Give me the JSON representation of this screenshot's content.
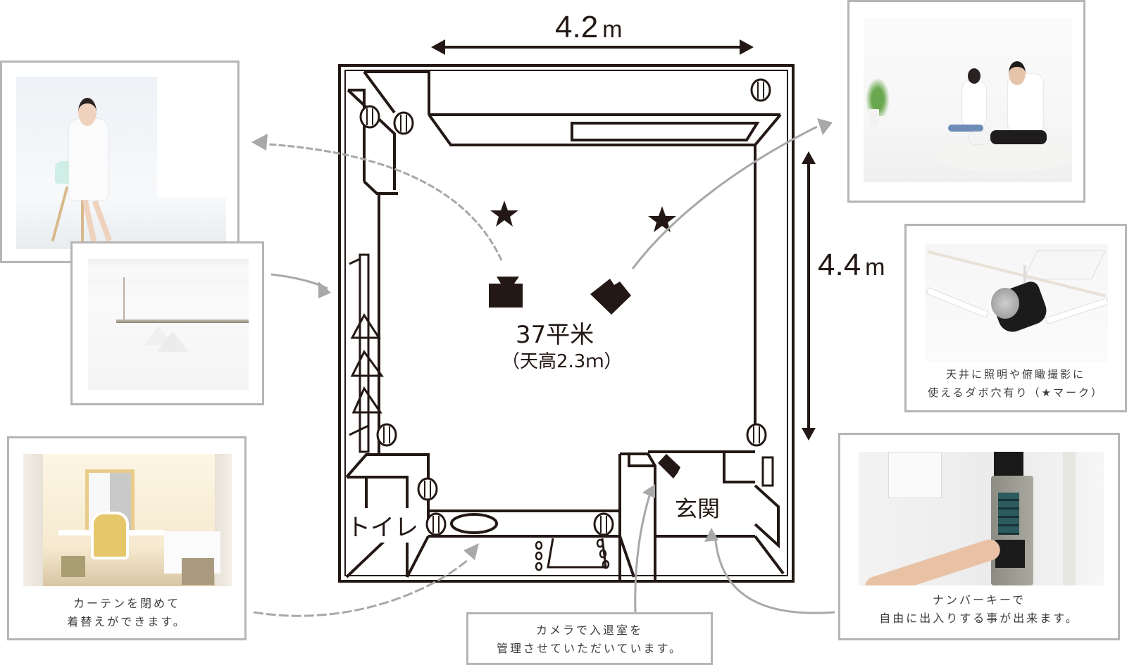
{
  "dimensions": {
    "width": {
      "value": "4.2",
      "unit": "m"
    },
    "depth": {
      "value": "4.4",
      "unit": "m"
    }
  },
  "room": {
    "area": "37平米",
    "ceiling": "（天高2.3ｍ）",
    "toilet_label": "トイレ",
    "entrance_label": "玄関"
  },
  "photos": [
    {
      "id": "model-photo",
      "subject": "woman seated on white chair",
      "caption": ""
    },
    {
      "id": "hanger-rail-photo",
      "subject": "ceiling hanger rail with hangers",
      "caption": ""
    },
    {
      "id": "dressing-room-photo",
      "subject": "vanity with mirror lights and curtains",
      "caption": "カーテンを閉めて\n着替えができます。"
    },
    {
      "id": "family-photo",
      "subject": "family on white rug",
      "caption": ""
    },
    {
      "id": "ceiling-light-photo",
      "subject": "ceiling spotlight",
      "caption": "天井に照明や俯瞰撮影に\n使えるダボ穴有り（★マーク）"
    },
    {
      "id": "keypad-photo",
      "subject": "number key door lock",
      "caption": "ナンバーキーで\n自由に出入りする事が出来ます。"
    }
  ],
  "camera_note": {
    "caption": "カメラで入退室を\n管理させていただいています。"
  },
  "colors": {
    "ink": "#231815",
    "frame": "#b5b5b5",
    "arrow": "#a8a8a8",
    "caption": "#3c3c3c"
  }
}
